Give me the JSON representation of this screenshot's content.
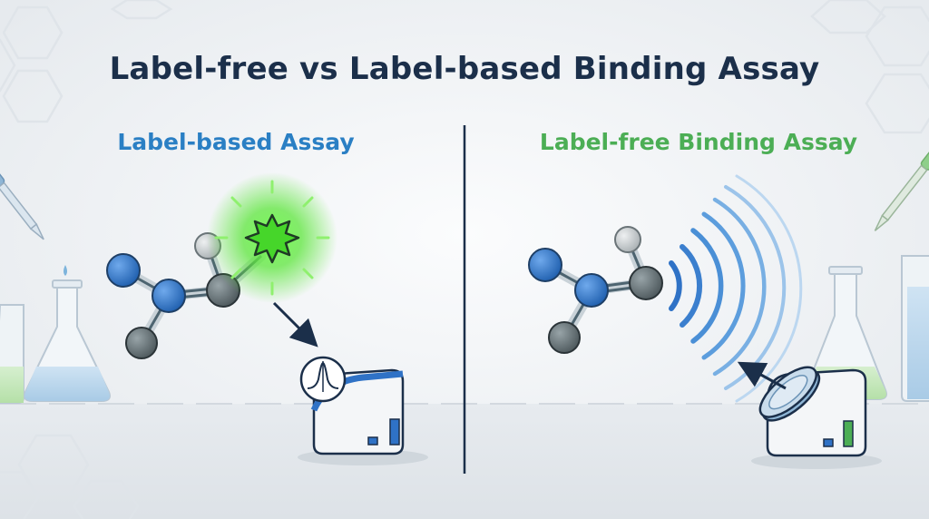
{
  "title": "Label-free vs Label-based Binding Assay",
  "left_panel": {
    "heading": "Label-based Assay",
    "heading_color": "#2a7fc4"
  },
  "right_panel": {
    "heading": "Label-free Binding Assay",
    "heading_color": "#4cae55"
  },
  "colors": {
    "title": "#1b2f4a",
    "atom_blue": "#2f72c6",
    "atom_gray": "#5e6b6f",
    "atom_light": "#c3c8ca",
    "glow_green": "#39d12a",
    "wave_blue": "#4a8fd6",
    "divider": "#1b2f4a"
  },
  "icons": [
    "molecule-icon",
    "fluorescent-label-icon",
    "detector-icon",
    "signal-wave-icon",
    "flask-icon",
    "pipette-icon"
  ]
}
